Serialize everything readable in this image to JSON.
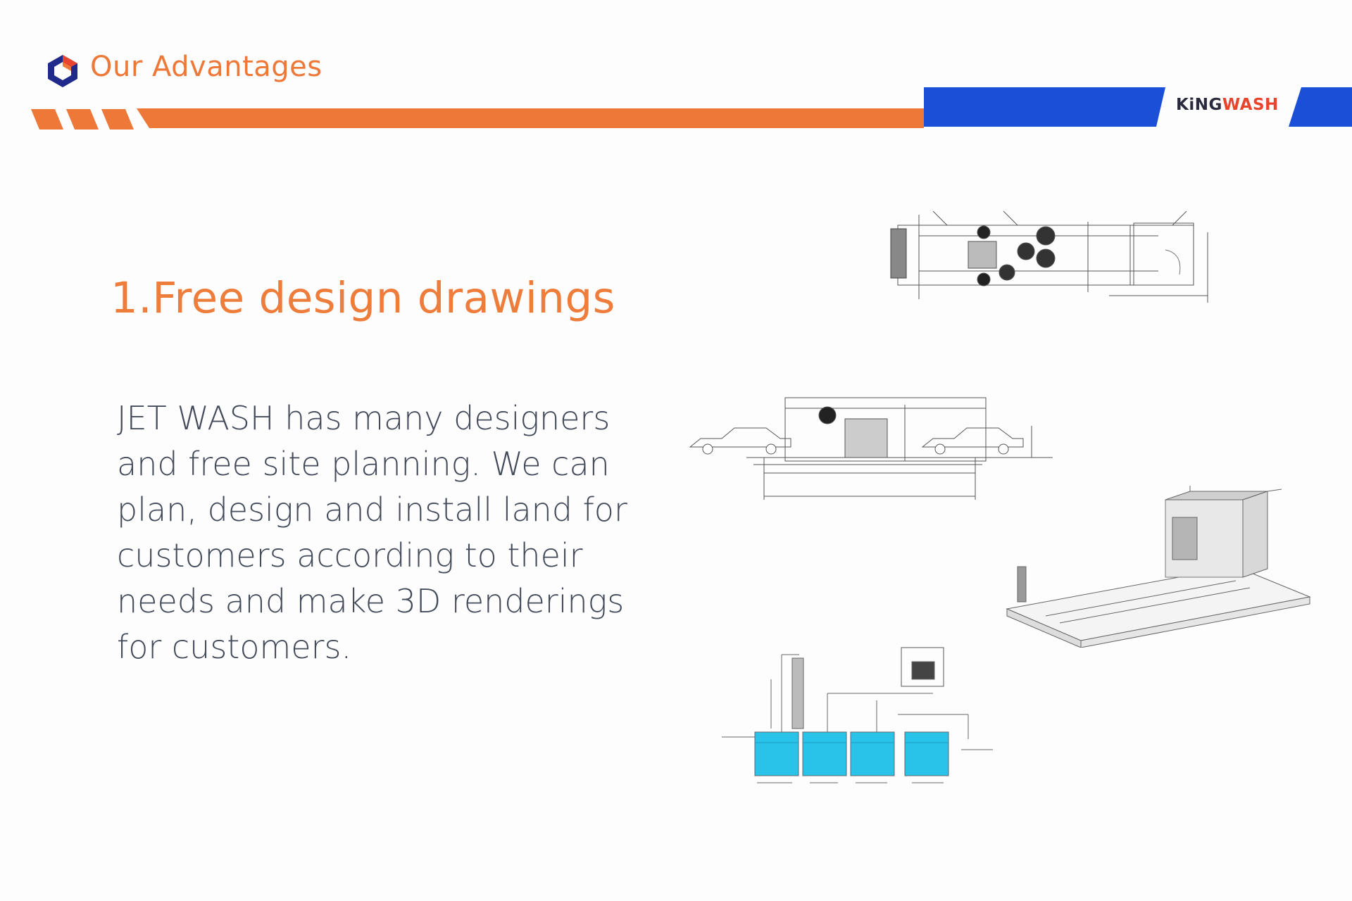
{
  "header": {
    "title": "Our Advantages",
    "brand_part1": "KiNG",
    "brand_part2": "WASH",
    "colors": {
      "orange": "#ee7838",
      "blue": "#1b4fd8",
      "logo_navy": "#1f2a8a",
      "logo_red": "#e8452c"
    }
  },
  "section": {
    "title": "1.Free design drawings",
    "body": "JET WASH has many designers and free site planning. We can plan, design and install land for customers according to their needs and make 3D renderings for customers."
  },
  "icons": {
    "logo": "hexagon-logo-icon"
  },
  "drawings": [
    {
      "name": "top-view-layout-drawing"
    },
    {
      "name": "side-view-layout-drawing"
    },
    {
      "name": "isometric-3d-rendering"
    },
    {
      "name": "water-tank-system-drawing",
      "tank_color": "#29c3ea"
    }
  ]
}
